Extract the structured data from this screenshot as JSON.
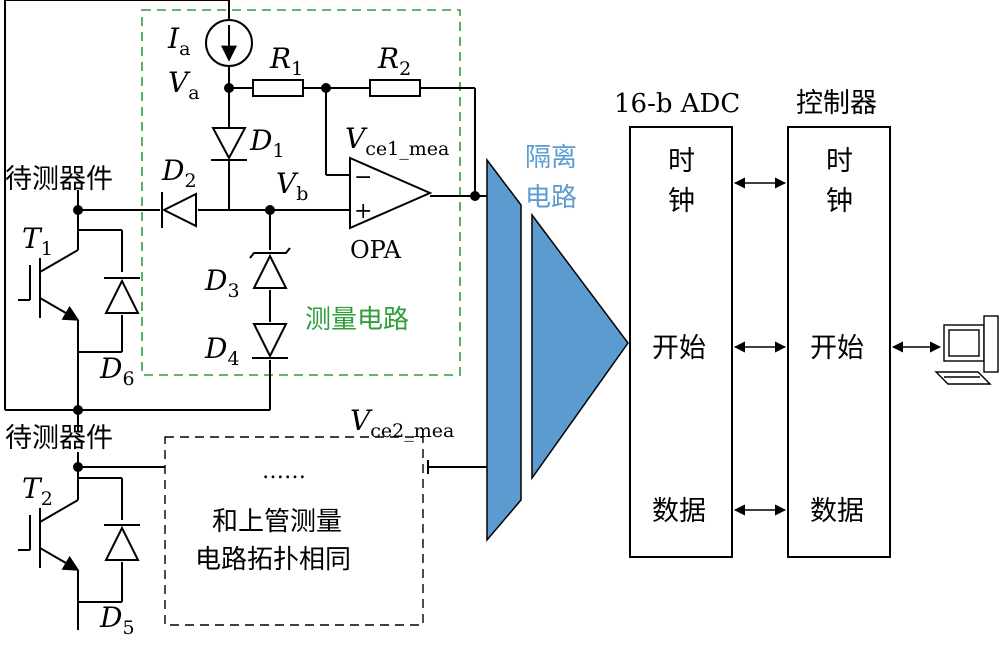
{
  "colors": {
    "wire": "#000000",
    "measurement_box": "#2e9e3a",
    "isolation": "#5b9bd0",
    "isolation_text": "#5b9bd0"
  },
  "labels": {
    "dut_top": "待测器件",
    "dut_bottom": "待测器件",
    "t1": "T",
    "t1_sub": "1",
    "t2": "T",
    "t2_sub": "2",
    "d6": "D",
    "d6_sub": "6",
    "d5": "D",
    "d5_sub": "5",
    "ia": "I",
    "ia_sub": "a",
    "va": "V",
    "va_sub": "a",
    "vb": "V",
    "vb_sub": "b",
    "r1": "R",
    "r1_sub": "1",
    "r2": "R",
    "r2_sub": "2",
    "d1": "D",
    "d1_sub": "1",
    "d2": "D",
    "d2_sub": "2",
    "d3": "D",
    "d3_sub": "3",
    "d4": "D",
    "d4_sub": "4",
    "vce1": "V",
    "vce1_sub": "ce1_mea",
    "vce2": "V",
    "vce2_sub": "ce2_mea",
    "opa": "OPA",
    "minus": "−",
    "plus": "+",
    "meas_circuit": "测量电路",
    "iso_line1": "隔离",
    "iso_line2": "电路",
    "lower_dots": "……",
    "lower_line1": "和上管测量",
    "lower_line2": "电路拓扑相同",
    "adc_title": "16-b ADC",
    "ctrl_title": "控制器",
    "adc_clock_1": "时",
    "adc_clock_2": "钟",
    "adc_start": "开始",
    "adc_data": "数据",
    "ctrl_clock_1": "时",
    "ctrl_clock_2": "钟",
    "ctrl_start": "开始",
    "ctrl_data": "数据"
  },
  "icons": {
    "computer": "computer-icon",
    "arrows": "double-arrow-icon"
  }
}
